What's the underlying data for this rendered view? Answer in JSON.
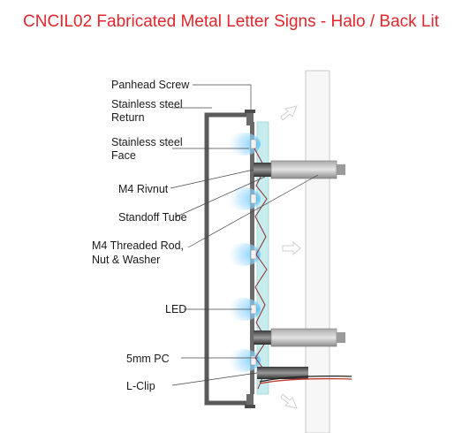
{
  "title": "CNCIL02 Fabricated Metal Letter Signs - Halo / Back Lit",
  "labels": {
    "panhead_screw": "Panhead Screw",
    "return_1": "Stainless  steel",
    "return_2": "Return",
    "face_1": "Stainless  steel",
    "face_2": "Face",
    "rivnut": "M4 Rivnut",
    "standoff": "Standoff Tube",
    "rod_1": "M4 Threaded Rod,",
    "rod_2": "Nut & Washer",
    "led": "LED",
    "pc": "5mm  PC",
    "lclip": "L-Clip"
  },
  "colors": {
    "title": "#e3262b",
    "return": "#5a5a5a",
    "polycarbonate": "#c7ecee",
    "led_glow": "#9fdcff",
    "wall": "#f7f7f7",
    "wire_red": "#c0392b"
  }
}
